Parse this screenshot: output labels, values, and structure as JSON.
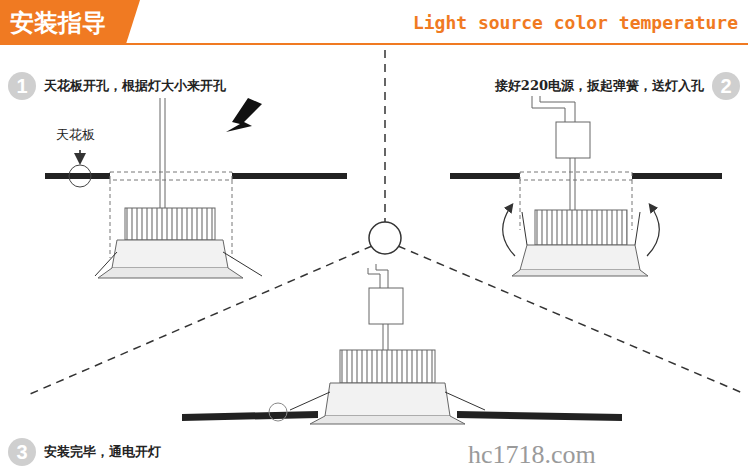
{
  "diagram": {
    "title": "安装指导",
    "nodes": [
      {
        "text": [
          "1",
          "天花板开孔，根据灯大小来开孔"
        ]
      },
      {
        "text": [
          "2",
          "接好220电源，扳起弹簧，送灯入孔"
        ]
      },
      {
        "text": [
          "3",
          "安装完毕，通电开灯"
        ]
      }
    ],
    "labels": [
      "Light source color temperature",
      "天花板",
      "hc1718.com"
    ]
  }
}
